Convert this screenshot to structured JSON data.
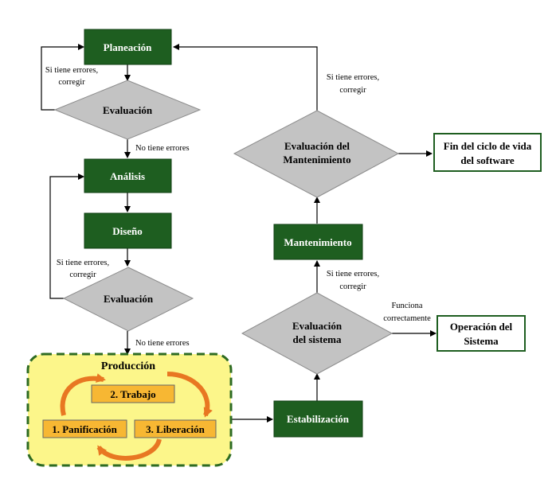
{
  "colors": {
    "green": "#1e5e20",
    "green_border": "#0f3d12",
    "diamond": "#c3c3c3",
    "diamond_border": "#8c8c8c",
    "yellow_bg": "#fcf68a",
    "orange_box": "#f7b733",
    "orange_arrow": "#e87722",
    "dashed_border": "#2d6b22"
  },
  "nodes": {
    "planeacion": "Planeación",
    "evaluacion_1": "Evaluación",
    "analisis": "Análisis",
    "diseno": "Diseño",
    "evaluacion_2": "Evaluación",
    "estabilizacion": "Estabilización",
    "eval_sistema_l1": "Evaluación",
    "eval_sistema_l2": "del sistema",
    "mantenimiento": "Mantenimiento",
    "eval_mant_l1": "Evaluación del",
    "eval_mant_l2": "Mantenimiento",
    "fin_l1": "Fin del ciclo de vida",
    "fin_l2": "del software",
    "operacion_l1": "Operación del",
    "operacion_l2": "Sistema"
  },
  "produccion": {
    "title": "Producción",
    "trabajo": "2. Trabajo",
    "planificacion": "1. Panificación",
    "liberacion": "3. Liberación"
  },
  "notes": {
    "errors_1_l1": "Si tiene  errores,",
    "errors_1_l2": "corregir",
    "no_errors_1": "No tiene  errores",
    "errors_2_l1": "Si tiene  errores,",
    "errors_2_l2": "corregir",
    "no_errors_2": "No tiene  errores",
    "errors_mant_l1": "Si tiene  errores,",
    "errors_mant_l2": "corregir",
    "errors_sys_l1": "Si tiene  errores,",
    "errors_sys_l2": "corregir",
    "funciona_l1": "Funciona",
    "funciona_l2": "correctamente"
  }
}
